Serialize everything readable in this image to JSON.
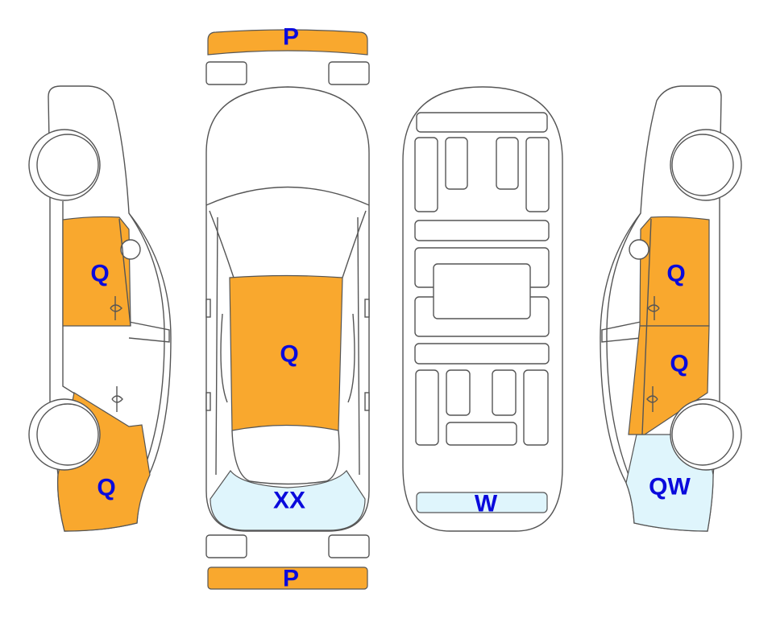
{
  "colors": {
    "damage_orange": "#F9A82E",
    "damage_blue": "#DFF5FC",
    "label": "#0A0ADC",
    "outline": "#555555"
  },
  "views": {
    "front_bumper": {
      "label": "P"
    },
    "rear_bumper": {
      "label": "P"
    },
    "left_side": {
      "front_door": "Q",
      "rear_quarter": "Q"
    },
    "top": {
      "roof": "Q",
      "rear_window": "XX"
    },
    "underbody": {
      "rear_panel": "W"
    },
    "right_side": {
      "front_door": "Q",
      "rear_door": "Q",
      "rear_quarter": "QW"
    }
  }
}
